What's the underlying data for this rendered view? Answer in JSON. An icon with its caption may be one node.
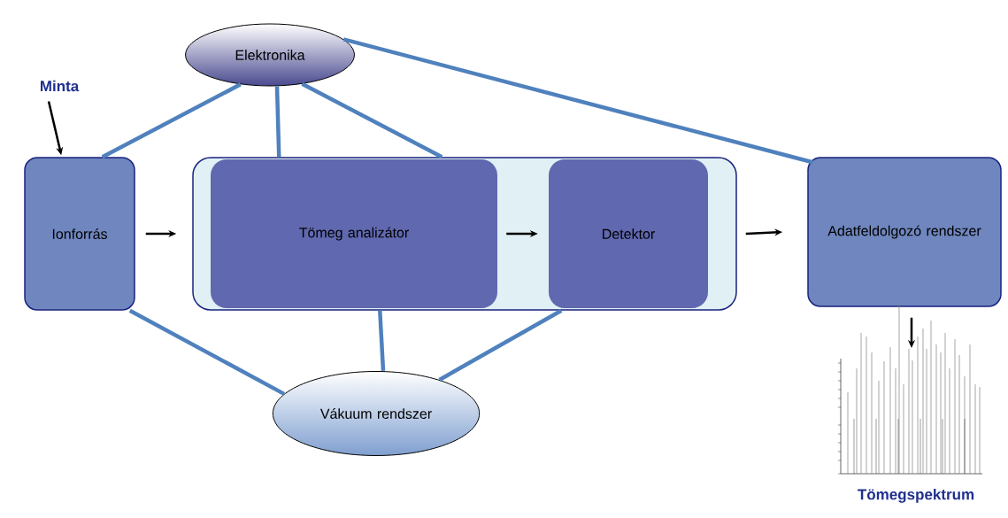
{
  "diagram": {
    "nodes": [
      {
        "text": [
          "Minta"
        ]
      },
      {
        "text": [
          "Elektronika"
        ]
      },
      {
        "text": [
          "Ionforrás"
        ]
      },
      {
        "text": [],
        "shape": "box"
      },
      {
        "text": [
          "Tömeg analizátor"
        ],
        "in": 3
      },
      {
        "text": [
          "Detektor"
        ],
        "in": 3
      },
      {
        "text": [
          "Adatfeldolgozó rendszer"
        ]
      },
      {
        "text": [
          "Vákuum rendszer"
        ]
      },
      {
        "text": [
          "Tömegspektrum"
        ]
      }
    ],
    "edges": [
      {
        "from": 0,
        "to": 2,
        "arrow": "to",
        "color": "#000000"
      },
      {
        "from": 2,
        "to": 3,
        "arrow": "to",
        "color": "#000000"
      },
      {
        "from": 4,
        "to": 5,
        "arrow": "to",
        "color": "#000000"
      },
      {
        "from": 3,
        "to": 6,
        "arrow": "to",
        "color": "#000000"
      },
      {
        "from": 6,
        "to": 8,
        "arrow": "to",
        "color": "#000000"
      },
      {
        "from": 1,
        "to": 2,
        "arrow": "none"
      },
      {
        "from": 1,
        "to": 3,
        "arrow": "none"
      },
      {
        "from": 1,
        "to": 3,
        "arrow": "none"
      },
      {
        "from": 1,
        "to": 6,
        "arrow": "none"
      },
      {
        "from": 2,
        "to": 7,
        "arrow": "none"
      },
      {
        "from": 3,
        "to": 7,
        "arrow": "none"
      },
      {
        "from": 3,
        "to": 7,
        "arrow": "none"
      }
    ]
  }
}
